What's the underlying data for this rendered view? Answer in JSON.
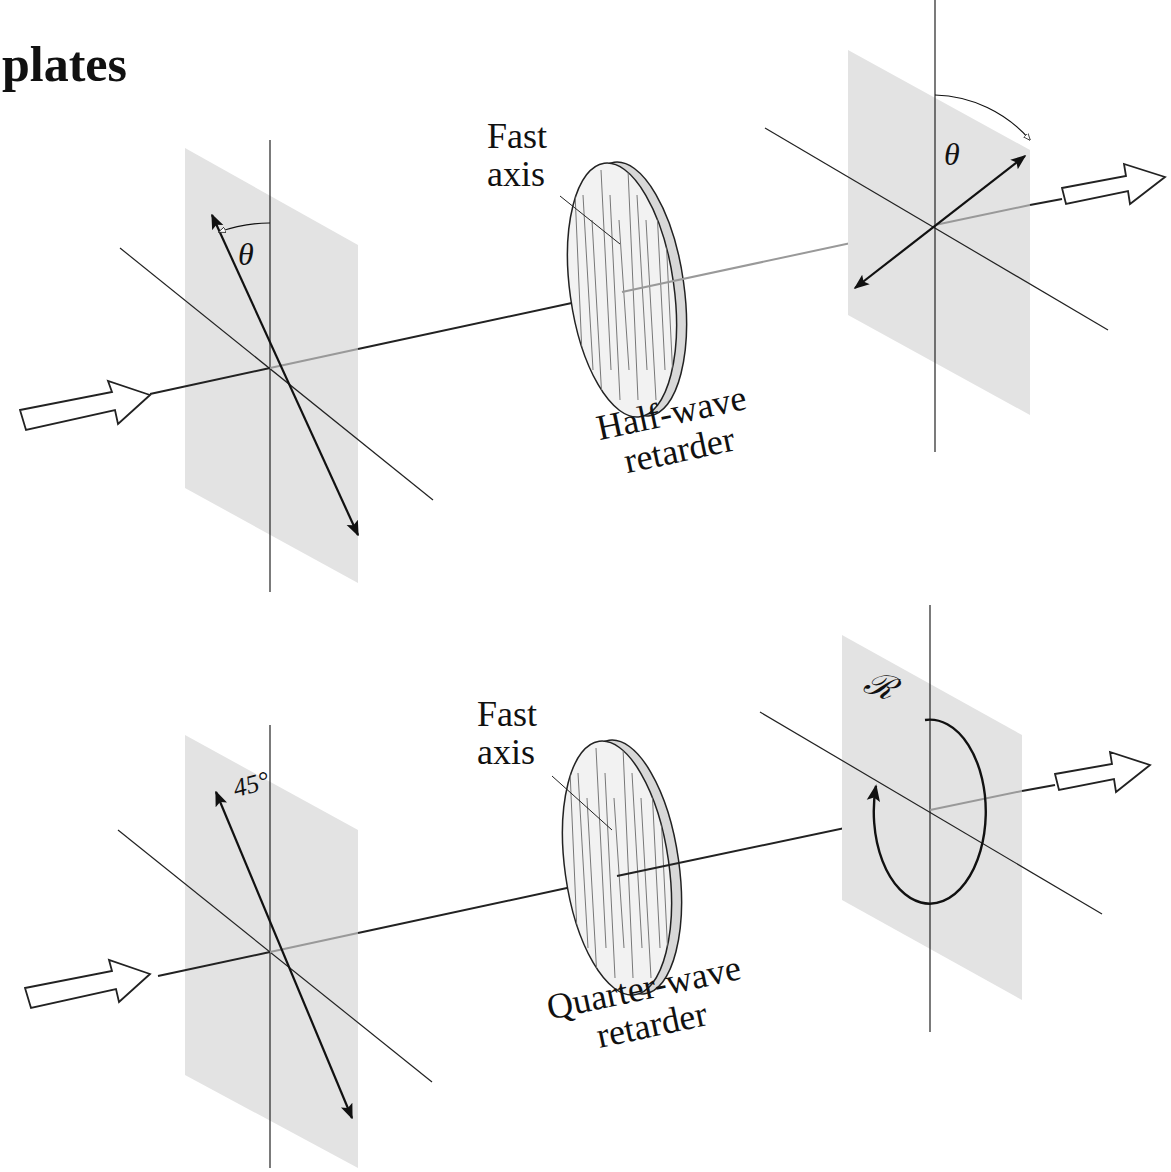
{
  "diagram": {
    "title": "plates",
    "labels": [
      "Fast axis",
      "θ",
      "θ",
      "Half-wave retarder",
      "Fast axis",
      "Quarter-wave retarder",
      "45°",
      "ℛ"
    ]
  }
}
